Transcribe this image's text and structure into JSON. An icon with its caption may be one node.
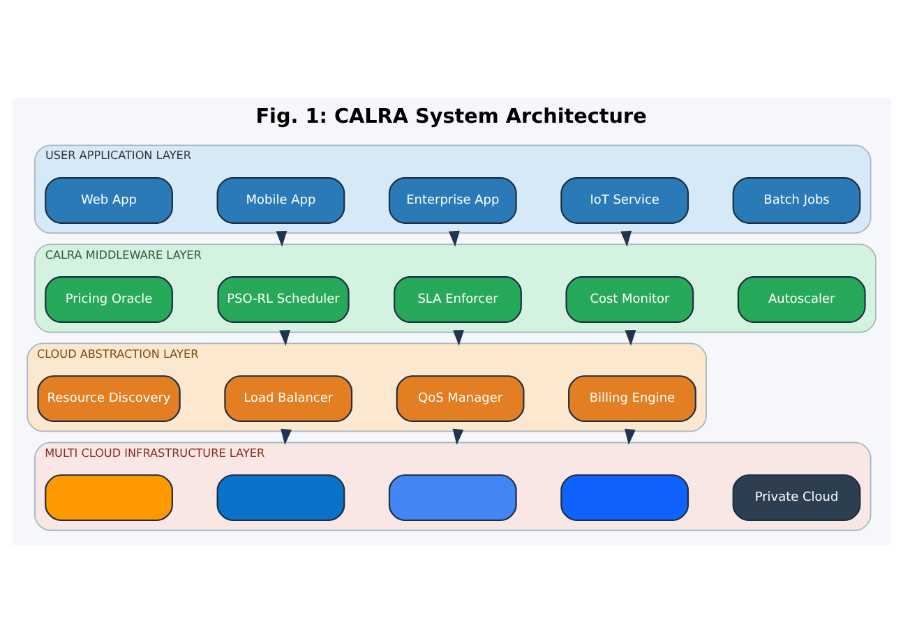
{
  "diagram": {
    "title": "Fig. 1: CALRA System Architecture",
    "nodes": [
      {
        "text": [
          "USER APPLICATION LAYER"
        ]
      },
      {
        "text": [
          "Web App"
        ],
        "in": 0
      },
      {
        "text": [
          "Mobile App"
        ],
        "in": 0
      },
      {
        "text": [
          "Enterprise App"
        ],
        "in": 0
      },
      {
        "text": [
          "IoT Service"
        ],
        "in": 0
      },
      {
        "text": [
          "Batch Jobs"
        ],
        "in": 0
      },
      {
        "text": [
          "CALRA MIDDLEWARE LAYER"
        ]
      },
      {
        "text": [
          "Pricing Oracle"
        ],
        "in": 6
      },
      {
        "text": [
          "PSO-RL Scheduler"
        ],
        "in": 6
      },
      {
        "text": [
          "SLA Enforcer"
        ],
        "in": 6
      },
      {
        "text": [
          "Cost Monitor"
        ],
        "in": 6
      },
      {
        "text": [
          "Autoscaler"
        ],
        "in": 6
      },
      {
        "text": [
          "CLOUD ABSTRACTION LAYER"
        ]
      },
      {
        "text": [
          "Resource Discovery"
        ],
        "in": 12
      },
      {
        "text": [
          "Load Balancer"
        ],
        "in": 12
      },
      {
        "text": [
          "QoS Manager"
        ],
        "in": 12
      },
      {
        "text": [
          "Billing Engine"
        ],
        "in": 12
      },
      {
        "text": [
          "MULTI CLOUD INFRASTRUCTURE LAYER"
        ]
      },
      {
        "text": [],
        "shape": "box",
        "in": 17
      },
      {
        "text": [],
        "shape": "box",
        "in": 17
      },
      {
        "text": [],
        "shape": "box",
        "in": 17
      },
      {
        "text": [],
        "shape": "box",
        "in": 17
      },
      {
        "text": [
          "Private Cloud"
        ],
        "in": 17
      }
    ],
    "edges": [
      {
        "from": 0,
        "to": 6,
        "arrow": "to"
      },
      {
        "from": 0,
        "to": 6,
        "arrow": "to"
      },
      {
        "from": 0,
        "to": 6,
        "arrow": "to"
      },
      {
        "from": 6,
        "to": 12,
        "arrow": "to"
      },
      {
        "from": 6,
        "to": 12,
        "arrow": "to"
      },
      {
        "from": 6,
        "to": 12,
        "arrow": "to"
      },
      {
        "from": 12,
        "to": 17,
        "arrow": "to"
      },
      {
        "from": 12,
        "to": 17,
        "arrow": "to"
      },
      {
        "from": 12,
        "to": 17,
        "arrow": "to"
      }
    ]
  }
}
